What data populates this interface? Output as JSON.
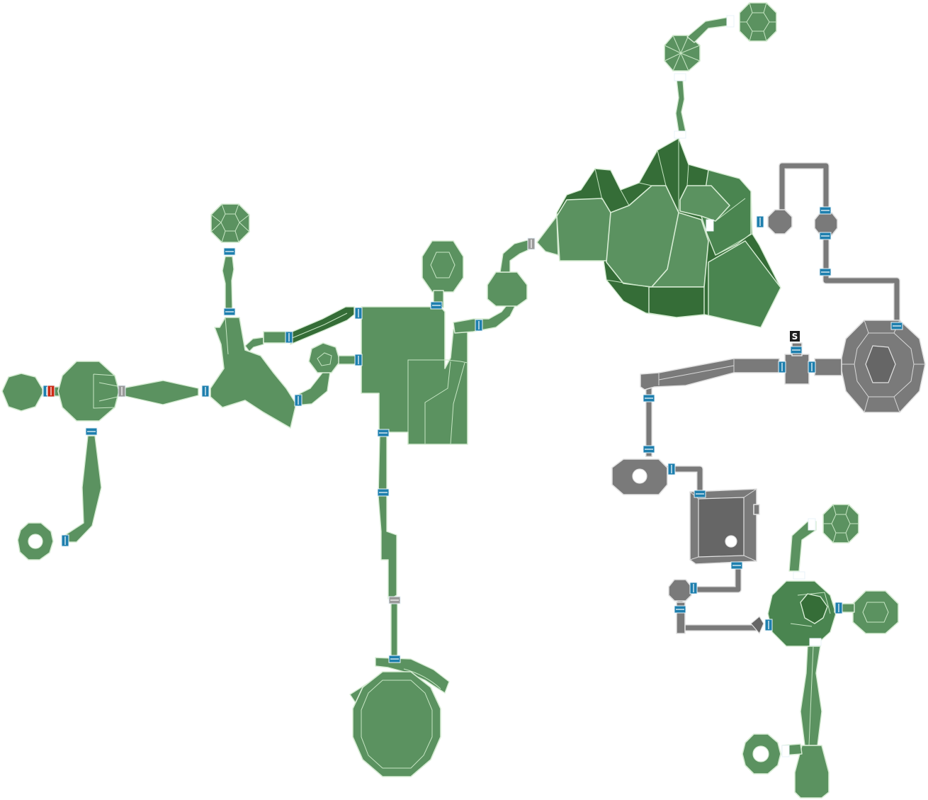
{
  "map": {
    "save_station_label": "S",
    "colors": {
      "explored_room": "#5b9260",
      "explored_room_dark": "#356d37",
      "unexplored_room": "#7a7a7a",
      "outline_light": "#d7ecd4",
      "outline_grey": "#e2e2e2",
      "door_blue": "#1e7fae",
      "door_white": "#ffffff",
      "door_grey": "#9a9a9a",
      "door_red": "#cc2a14",
      "save_station_bg": "#1e1e1e"
    },
    "door_types": [
      "blue",
      "white",
      "grey",
      "red"
    ],
    "door_counts": {
      "blue": 30,
      "white": 8,
      "grey": 3,
      "red": 1
    },
    "icons": [
      "save-station-icon"
    ]
  }
}
